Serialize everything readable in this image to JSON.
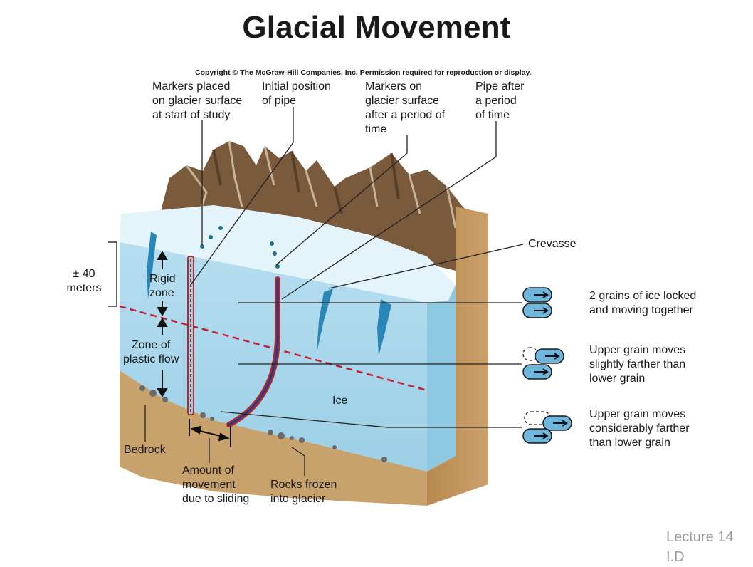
{
  "title": "Glacial Movement",
  "copyright": "Copyright © The McGraw-Hill Companies, Inc. Permission required for reproduction or display.",
  "labels": {
    "markers_start": "Markers placed\non glacier surface\nat start of study",
    "pipe_initial": "Initial position\nof pipe",
    "markers_after": "Markers on\nglacier surface\nafter a period of\ntime",
    "pipe_after": "Pipe after\na period\nof time",
    "crevasse": "Crevasse",
    "depth": "± 40\nmeters",
    "rigid_zone": "Rigid\nzone",
    "plastic_zone": "Zone of\nplastic flow",
    "ice": "Ice",
    "bedrock": "Bedrock",
    "sliding": "Amount of\nmovement\ndue to sliding",
    "rocks": "Rocks frozen\ninto glacier",
    "grains_locked": "2 grains of ice locked\nand moving together",
    "grain_slightly": "Upper grain moves\nslightly farther than\nlower grain",
    "grain_considerably": "Upper grain moves\nconsiderably farther\nthan lower grain"
  },
  "footer": "Lecture 14\nI.D",
  "colors": {
    "ice": "#a9d8ec",
    "ice_side": "#8fcbe4",
    "snow": "#e4f4fb",
    "bedrock": "#c8a26d",
    "bedrock_dark": "#a77b44",
    "mountain": "#7a5a3c",
    "pipe": "#b02a2a",
    "pipe_moved": "#2a3a8a",
    "grain": "#6fb6dc",
    "zone_line": "#c41e3a"
  }
}
